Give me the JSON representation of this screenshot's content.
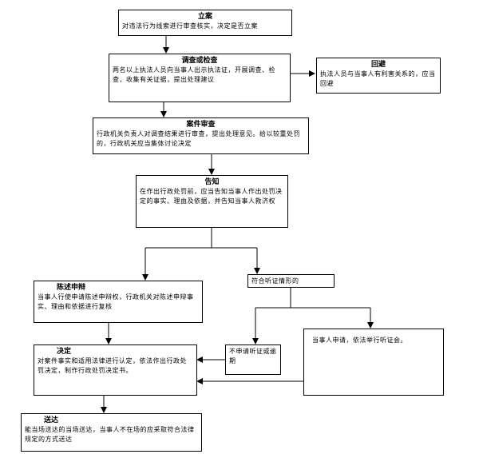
{
  "nodes": {
    "filing": {
      "title": "立案",
      "body": "对违法行为线索进行审查核实，决定是否立案"
    },
    "investigation": {
      "title": "调查或检查",
      "body": "两名以上执法人员向当事人出示执法证，开展调查、检查，收集有关证据，提出处理建议"
    },
    "recusal": {
      "title": "回避",
      "body": "执法人员与当事人有利害关系的，应当回避"
    },
    "case_review": {
      "title": "案件审查",
      "body": "行政机关负责人对调查结果进行审查，提出处理意见。给以较重处罚的，行政机关应当集体讨论决定"
    },
    "notification": {
      "title": "告知",
      "body": "在作出行政处罚前，应当告知当事人作出处罚决定的事实、理由及依据，并告知当事人救济权"
    },
    "defense": {
      "title": "陈述申辩",
      "body": "当事人行使申请陈述申辩权，行政机关对陈述申辩事实、理由和依据进行复核"
    },
    "hearing_cond": {
      "title": "",
      "body": "符合听证情形的"
    },
    "no_hearing": {
      "title": "",
      "body": "不申请听证或逾期"
    },
    "hearing_apply": {
      "title": "",
      "body": "当事人申请，依法举行听证会。"
    },
    "decision": {
      "title": "决定",
      "body": "对案件事实和适用法律进行认定，依法作出行政处罚决定，制作行政处罚决定书。"
    },
    "delivery": {
      "title": "送达",
      "body": "能当场送达的当场送达，当事人不在场的应采取符合法律规定的方式送达"
    }
  }
}
